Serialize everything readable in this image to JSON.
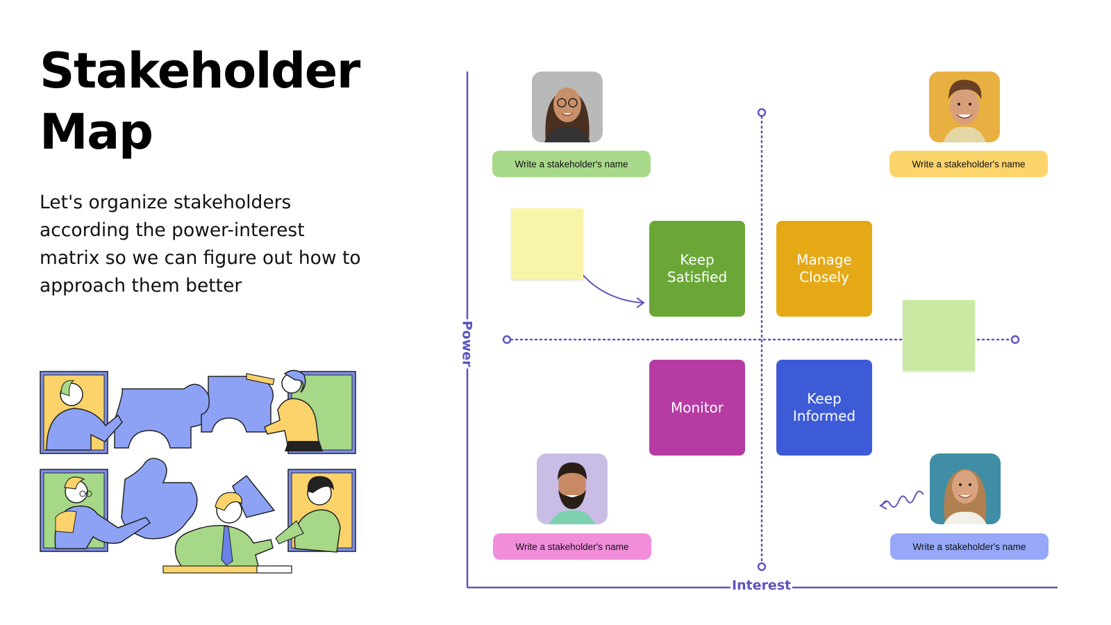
{
  "title": {
    "line1": "Stakeholder",
    "line2": "Map"
  },
  "description": "Let's organize stakeholders according the power-interest matrix so we can figure out how to approach them better",
  "axes": {
    "y_label": "Power",
    "x_label": "Interest",
    "color": "#5b54bd"
  },
  "quadrants": {
    "keep_satisfied": {
      "label": "Keep Satisfied",
      "color": "#6aa737"
    },
    "manage_closely": {
      "label": "Manage Closely",
      "color": "#e5a916"
    },
    "monitor": {
      "label": "Monitor",
      "color": "#b63ca4"
    },
    "keep_informed": {
      "label": "Keep Informed",
      "color": "#3d5bd6"
    }
  },
  "stakeholders": [
    {
      "name_placeholder": "Write a stakeholder's name",
      "pill_color": "#a8d98a",
      "avatar_bg": "#b9b9b9"
    },
    {
      "name_placeholder": "Write a stakeholder's name",
      "pill_color": "#fcd46c",
      "avatar_bg": "#e8b041"
    },
    {
      "name_placeholder": "Write a stakeholder's name",
      "pill_color": "#f28ddc",
      "avatar_bg": "#c9bde6"
    },
    {
      "name_placeholder": "Write a stakeholder's name",
      "pill_color": "#96a8f7",
      "avatar_bg": "#3f8ea5"
    }
  ],
  "sticky_notes": [
    {
      "color": "#f9f5a8"
    },
    {
      "color": "#cbe9a3"
    }
  ]
}
